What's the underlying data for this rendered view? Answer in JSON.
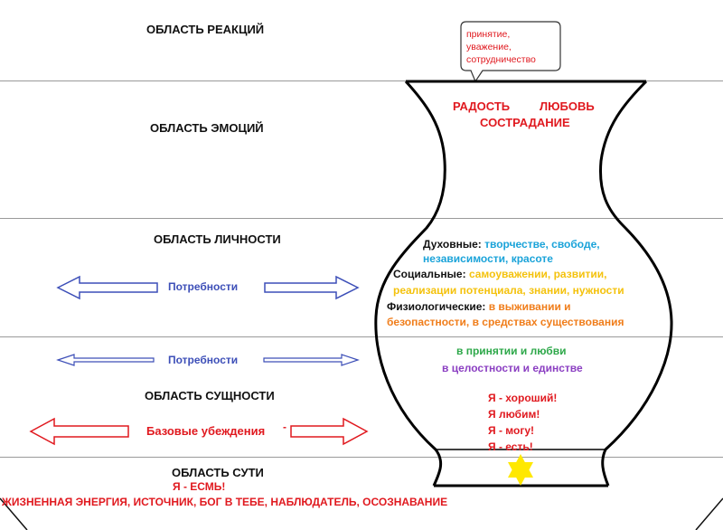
{
  "regions": {
    "reactions": "ОБЛАСТЬ РЕАКЦИЙ",
    "emotions": "ОБЛАСТЬ ЭМОЦИЙ",
    "personality": "ОБЛАСТЬ ЛИЧНОСТИ",
    "essence": "ОБЛАСТЬ СУЩНОСТИ",
    "core": "ОБЛАСТЬ СУТИ"
  },
  "bubble": {
    "lines": [
      "принятие,",
      "уважение,",
      "сотрудничество"
    ]
  },
  "emotions": {
    "joy": "РАДОСТЬ",
    "love": "ЛЮБОВЬ",
    "compassion": "СОСТРАДАНИЕ"
  },
  "needs": {
    "spiritual_label": "Духовные:",
    "spiritual_line1": "творчестве, свободе,",
    "spiritual_line2": "независимости, красоте",
    "social_label": "Социальные:",
    "social_line1": "самоуважении, развитии,",
    "social_line2": "реализации потенциала, знании, нужности",
    "physio_label": "Физиологические:",
    "physio_line1": "в выживании и",
    "physio_line2": "безопастности, в средствах существования"
  },
  "arrows": {
    "needs_personality": "Потребности",
    "needs_essence": "Потребности",
    "beliefs": "Базовые убеждения",
    "beliefs_dot": "-"
  },
  "essence_needs": {
    "line1": "в принятии и любви",
    "line2": "в целостности и единстве"
  },
  "beliefs": [
    "Я - хороший!",
    "Я любим!",
    "Я - могу!",
    "Я - есть!"
  ],
  "core": {
    "iam": "Я - ЕСМЬ!",
    "description": "ЖИЗНЕННАЯ ЭНЕРГИЯ, ИСТОЧНИК, БОГ В ТЕБЕ, НАБЛЮДАТЕЛЬ, ОСОЗНАВАНИЕ"
  },
  "colors": {
    "red": "#e0191f",
    "blue": "#3d4fb8",
    "cyan": "#1aa3d9",
    "yellow": "#f4c20d",
    "orange": "#f07d1a",
    "green": "#2ea84a",
    "purple": "#8b3fc2",
    "star": "#ffe800"
  }
}
